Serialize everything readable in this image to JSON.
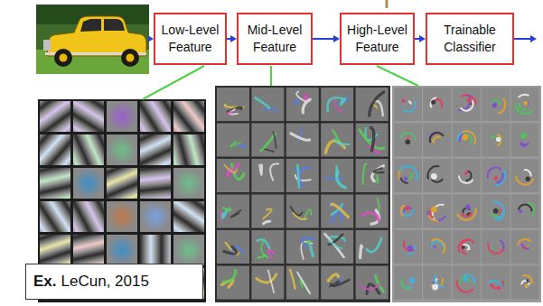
{
  "diagram": {
    "nodes": [
      {
        "text": [
          "Low-Level Feature"
        ]
      },
      {
        "text": [
          "Mid-Level Feature"
        ]
      },
      {
        "text": [
          "High-Level Feature"
        ]
      },
      {
        "text": [
          "Trainable Classifier"
        ]
      },
      {
        "text": [
          "Ex.",
          "LeCun, 2015"
        ]
      }
    ],
    "edges": [
      {
        "from": 0,
        "to": 1,
        "arrow": "to"
      },
      {
        "from": 1,
        "to": 2,
        "arrow": "to"
      },
      {
        "from": 2,
        "to": 3,
        "arrow": "to"
      }
    ]
  }
}
